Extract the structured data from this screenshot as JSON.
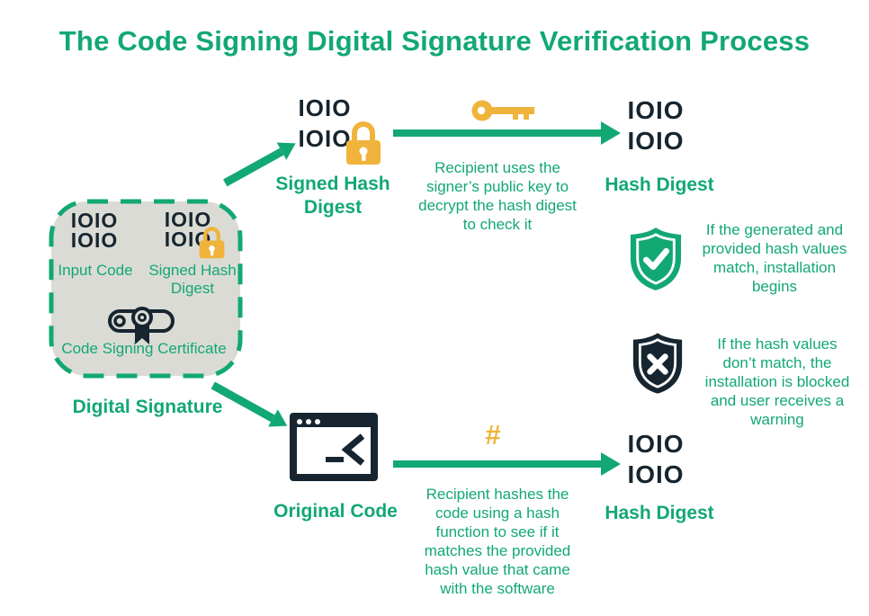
{
  "title": "The Code Signing Digital Signature Verification Process",
  "binary": {
    "l1": "IOIO",
    "l2": "IOIO"
  },
  "signature_box": {
    "input_code_label": "Input Code",
    "signed_hash_label": "Signed Hash Digest",
    "certificate_label": "Code Signing Certificate",
    "box_label": "Digital Signature"
  },
  "top_flow": {
    "source_label": "Signed Hash Digest",
    "caption": "Recipient uses the signer’s public key to decrypt the hash digest to check it",
    "target_label": "Hash Digest"
  },
  "bottom_flow": {
    "source_label": "Original Code",
    "hash_symbol": "#",
    "caption": "Recipient hashes the code using a hash function to see if it matches the provided hash value that came with the software",
    "target_label": "Hash Digest"
  },
  "outcomes": {
    "match": "If the generated and provided hash values match, installation begins",
    "mismatch": "If the hash values don’t match, the installation is blocked and user receives a warning"
  },
  "colors": {
    "green": "#12A873",
    "navy": "#16252F",
    "amber": "#F0B43C",
    "box_fill": "#DBDBD5",
    "white": "#FFFFFF"
  }
}
